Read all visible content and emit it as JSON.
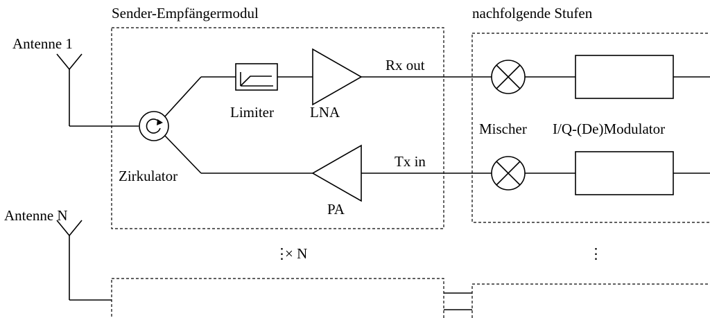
{
  "labels": {
    "module_title": "Sender-Empfängermodul",
    "stages_title": "nachfolgende Stufen",
    "antenna_1": "Antenne 1",
    "antenna_n": "Antenne N",
    "limiter": "Limiter",
    "lna": "LNA",
    "rx_out": "Rx out",
    "tx_in": "Tx in",
    "pa": "PA",
    "circulator": "Zirkulator",
    "mixer": "Mischer",
    "iq_modulator": "I/Q-(De)Modulator",
    "repeat_n": "× N",
    "repeat_dots_left": "⋮",
    "repeat_dots_right": "⋮"
  }
}
